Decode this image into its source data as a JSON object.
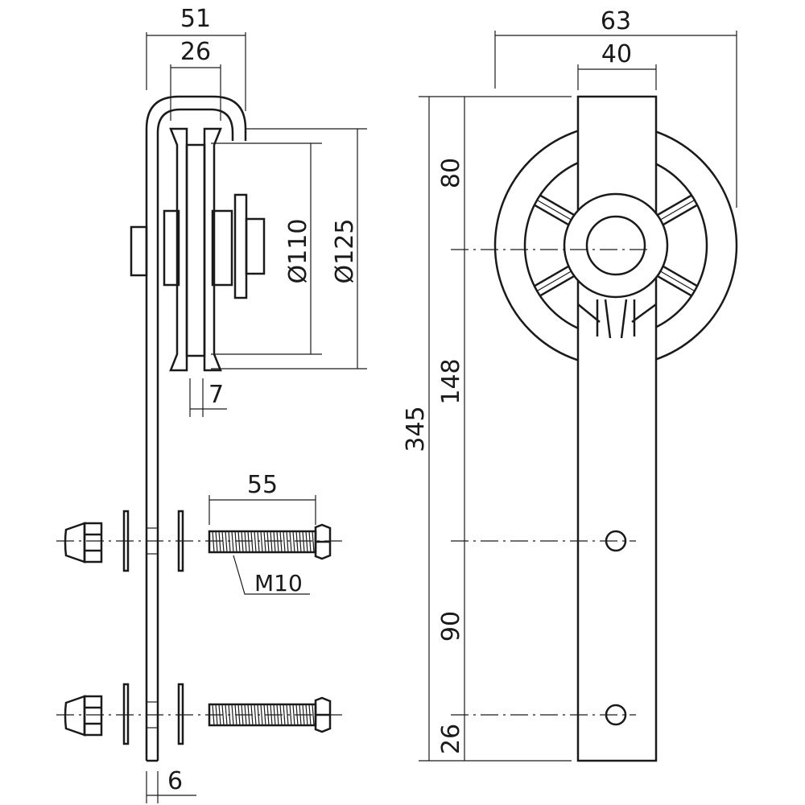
{
  "dimensions": {
    "side_width_total": "51",
    "side_wheel_width": "26",
    "wheel_inner_diameter": "Ø110",
    "wheel_outer_diameter": "Ø125",
    "groove_width": "7",
    "bolt_length": "55",
    "plate_thickness": "6",
    "front_wheel_width": "63",
    "strap_width": "40",
    "top_to_axle": "80",
    "axle_to_hole": "148",
    "total_height": "345",
    "hole_spacing": "90",
    "bottom_to_hole": "26"
  },
  "labels": {
    "bolt_thread": "M10"
  }
}
